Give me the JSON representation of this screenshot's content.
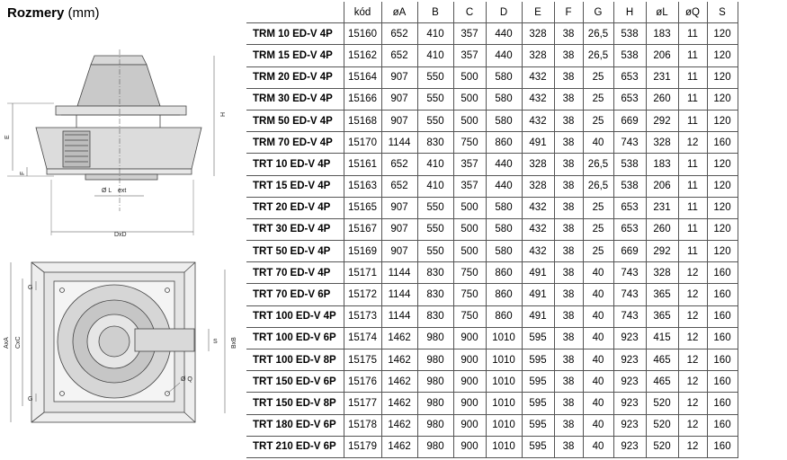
{
  "title": {
    "bold": "Rozmery",
    "unit": "(mm)"
  },
  "drawing_labels": {
    "E": "E",
    "F": "F",
    "H": "H",
    "DxD": "DxD",
    "OL": "Ø L",
    "ext": "ext",
    "AxA": "AxA",
    "CxC": "CxC",
    "BxB": "BxB",
    "G": "G",
    "S": "S",
    "OQ": "Ø Q"
  },
  "table": {
    "headers": [
      "",
      "kód",
      "øA",
      "B",
      "C",
      "D",
      "E",
      "F",
      "G",
      "H",
      "øL",
      "øQ",
      "S"
    ],
    "rows": [
      [
        "TRM 10 ED-V 4P",
        "15160",
        "652",
        "410",
        "357",
        "440",
        "328",
        "38",
        "26,5",
        "538",
        "183",
        "11",
        "120"
      ],
      [
        "TRM 15 ED-V 4P",
        "15162",
        "652",
        "410",
        "357",
        "440",
        "328",
        "38",
        "26,5",
        "538",
        "206",
        "11",
        "120"
      ],
      [
        "TRM 20 ED-V 4P",
        "15164",
        "907",
        "550",
        "500",
        "580",
        "432",
        "38",
        "25",
        "653",
        "231",
        "11",
        "120"
      ],
      [
        "TRM 30 ED-V 4P",
        "15166",
        "907",
        "550",
        "500",
        "580",
        "432",
        "38",
        "25",
        "653",
        "260",
        "11",
        "120"
      ],
      [
        "TRM 50 ED-V 4P",
        "15168",
        "907",
        "550",
        "500",
        "580",
        "432",
        "38",
        "25",
        "669",
        "292",
        "11",
        "120"
      ],
      [
        "TRM 70 ED-V 4P",
        "15170",
        "1144",
        "830",
        "750",
        "860",
        "491",
        "38",
        "40",
        "743",
        "328",
        "12",
        "160"
      ],
      [
        "TRT 10 ED-V 4P",
        "15161",
        "652",
        "410",
        "357",
        "440",
        "328",
        "38",
        "26,5",
        "538",
        "183",
        "11",
        "120"
      ],
      [
        "TRT 15 ED-V 4P",
        "15163",
        "652",
        "410",
        "357",
        "440",
        "328",
        "38",
        "26,5",
        "538",
        "206",
        "11",
        "120"
      ],
      [
        "TRT 20 ED-V 4P",
        "15165",
        "907",
        "550",
        "500",
        "580",
        "432",
        "38",
        "25",
        "653",
        "231",
        "11",
        "120"
      ],
      [
        "TRT 30 ED-V 4P",
        "15167",
        "907",
        "550",
        "500",
        "580",
        "432",
        "38",
        "25",
        "653",
        "260",
        "11",
        "120"
      ],
      [
        "TRT 50 ED-V 4P",
        "15169",
        "907",
        "550",
        "500",
        "580",
        "432",
        "38",
        "25",
        "669",
        "292",
        "11",
        "120"
      ],
      [
        "TRT 70 ED-V 4P",
        "15171",
        "1144",
        "830",
        "750",
        "860",
        "491",
        "38",
        "40",
        "743",
        "328",
        "12",
        "160"
      ],
      [
        "TRT 70 ED-V 6P",
        "15172",
        "1144",
        "830",
        "750",
        "860",
        "491",
        "38",
        "40",
        "743",
        "365",
        "12",
        "160"
      ],
      [
        "TRT 100 ED-V 4P",
        "15173",
        "1144",
        "830",
        "750",
        "860",
        "491",
        "38",
        "40",
        "743",
        "365",
        "12",
        "160"
      ],
      [
        "TRT 100 ED-V 6P",
        "15174",
        "1462",
        "980",
        "900",
        "1010",
        "595",
        "38",
        "40",
        "923",
        "415",
        "12",
        "160"
      ],
      [
        "TRT 100 ED-V 8P",
        "15175",
        "1462",
        "980",
        "900",
        "1010",
        "595",
        "38",
        "40",
        "923",
        "465",
        "12",
        "160"
      ],
      [
        "TRT 150 ED-V 6P",
        "15176",
        "1462",
        "980",
        "900",
        "1010",
        "595",
        "38",
        "40",
        "923",
        "465",
        "12",
        "160"
      ],
      [
        "TRT 150 ED-V 8P",
        "15177",
        "1462",
        "980",
        "900",
        "1010",
        "595",
        "38",
        "40",
        "923",
        "520",
        "12",
        "160"
      ],
      [
        "TRT 180 ED-V 6P",
        "15178",
        "1462",
        "980",
        "900",
        "1010",
        "595",
        "38",
        "40",
        "923",
        "520",
        "12",
        "160"
      ],
      [
        "TRT 210 ED-V 6P",
        "15179",
        "1462",
        "980",
        "900",
        "1010",
        "595",
        "38",
        "40",
        "923",
        "520",
        "12",
        "160"
      ]
    ]
  }
}
